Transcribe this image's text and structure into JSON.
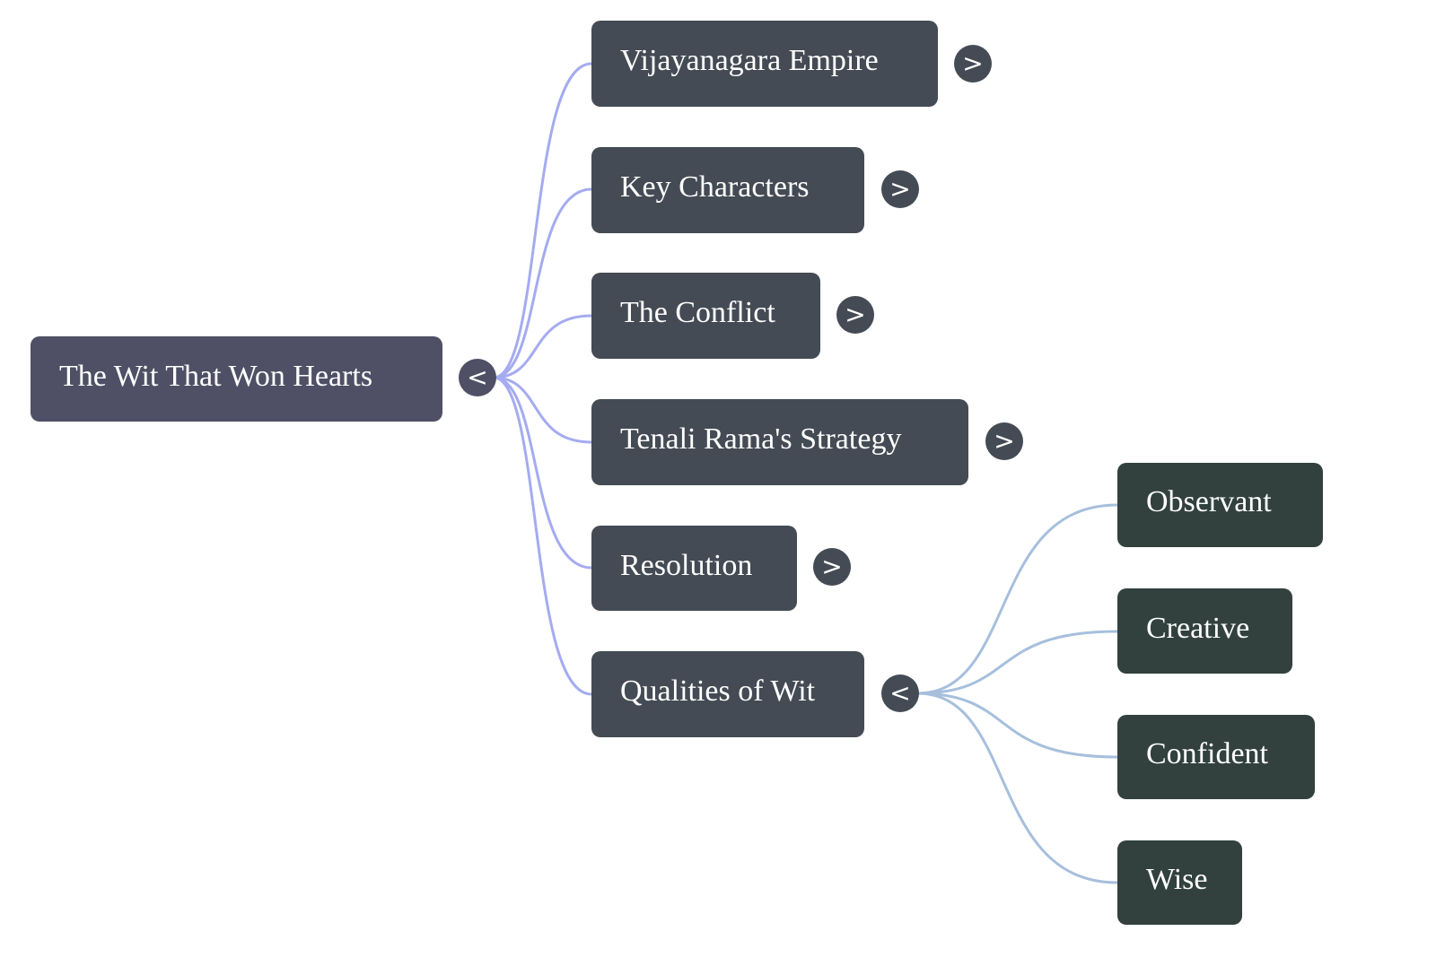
{
  "mindmap": {
    "root": {
      "label": "The Wit That Won Hearts",
      "toggle": "<",
      "expanded": true
    },
    "children": [
      {
        "label": "Vijayanagara Empire",
        "toggle": ">",
        "expanded": false
      },
      {
        "label": "Key Characters",
        "toggle": ">",
        "expanded": false
      },
      {
        "label": "The Conflict",
        "toggle": ">",
        "expanded": false
      },
      {
        "label": "Tenali Rama's Strategy",
        "toggle": ">",
        "expanded": false
      },
      {
        "label": "Resolution",
        "toggle": ">",
        "expanded": false
      },
      {
        "label": "Qualities of Wit",
        "toggle": "<",
        "expanded": true,
        "children": [
          {
            "label": "Observant"
          },
          {
            "label": "Creative"
          },
          {
            "label": "Confident"
          },
          {
            "label": "Wise"
          }
        ]
      }
    ]
  },
  "colors": {
    "root_node": "#4f5065",
    "level1_node": "#444b54",
    "level2_node": "#32413d",
    "level1_link": "#a4abf0",
    "level2_link": "#a6bfdc",
    "text": "#ffffff"
  }
}
